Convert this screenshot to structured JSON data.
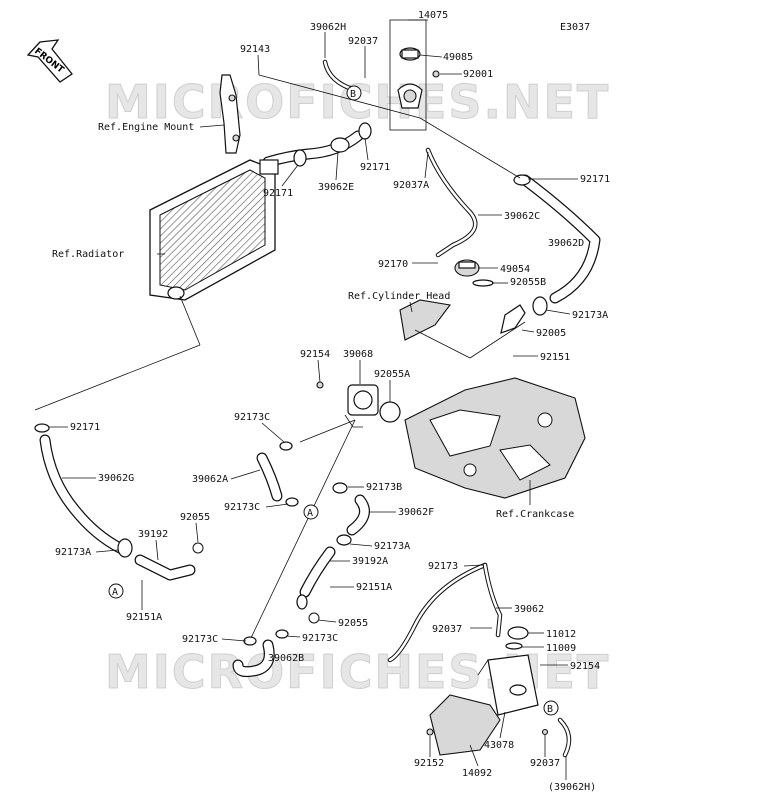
{
  "diagram_code": "E3037",
  "front_label": "FRONT",
  "watermark": "MICROFICHES.NET",
  "references": {
    "engine_mount": "Ref.Engine Mount",
    "radiator": "Ref.Radiator",
    "cylinder_head": "Ref.Cylinder Head",
    "crankcase": "Ref.Crankcase"
  },
  "callouts": {
    "a": "A",
    "b": "B"
  },
  "parts": {
    "p14075": "14075",
    "p39062H": "39062H",
    "p39062H_ref": "(39062H)",
    "p92037": "92037",
    "p92037A": "92037A",
    "p92037_tank": "92037",
    "p92037_lower": "92037",
    "p49085": "49085",
    "p92001": "92001",
    "p92143": "92143",
    "p92171_a": "92171",
    "p92171_b": "92171",
    "p92171_c": "92171",
    "p92171_d": "92171",
    "p39062E": "39062E",
    "p39062C": "39062C",
    "p39062D": "39062D",
    "p92170": "92170",
    "p49054": "49054",
    "p92055B": "92055B",
    "p92173A_top": "92173A",
    "p92005": "92005",
    "p92151": "92151",
    "p92154_top": "92154",
    "p39068": "39068",
    "p92055A": "92055A",
    "p92173C_a": "92173C",
    "p92173C_b": "92173C",
    "p92173C_c": "92173C",
    "p92173C_d": "92173C",
    "p39062A": "39062A",
    "p92173B": "92173B",
    "p39062F": "39062F",
    "p39062G": "39062G",
    "p92173A_mid": "92173A",
    "p92173A_left": "92173A",
    "p39192": "39192",
    "p39192A": "39192A",
    "p92055_left": "92055",
    "p92055_mid": "92055",
    "p92151A_left": "92151A",
    "p92151A_mid": "92151A",
    "p39062B": "39062B",
    "p92173": "92173",
    "p39062": "39062",
    "p11012": "11012",
    "p11009": "11009",
    "p92154_tank": "92154",
    "p43078": "43078",
    "p92152": "92152",
    "p14092": "14092"
  }
}
